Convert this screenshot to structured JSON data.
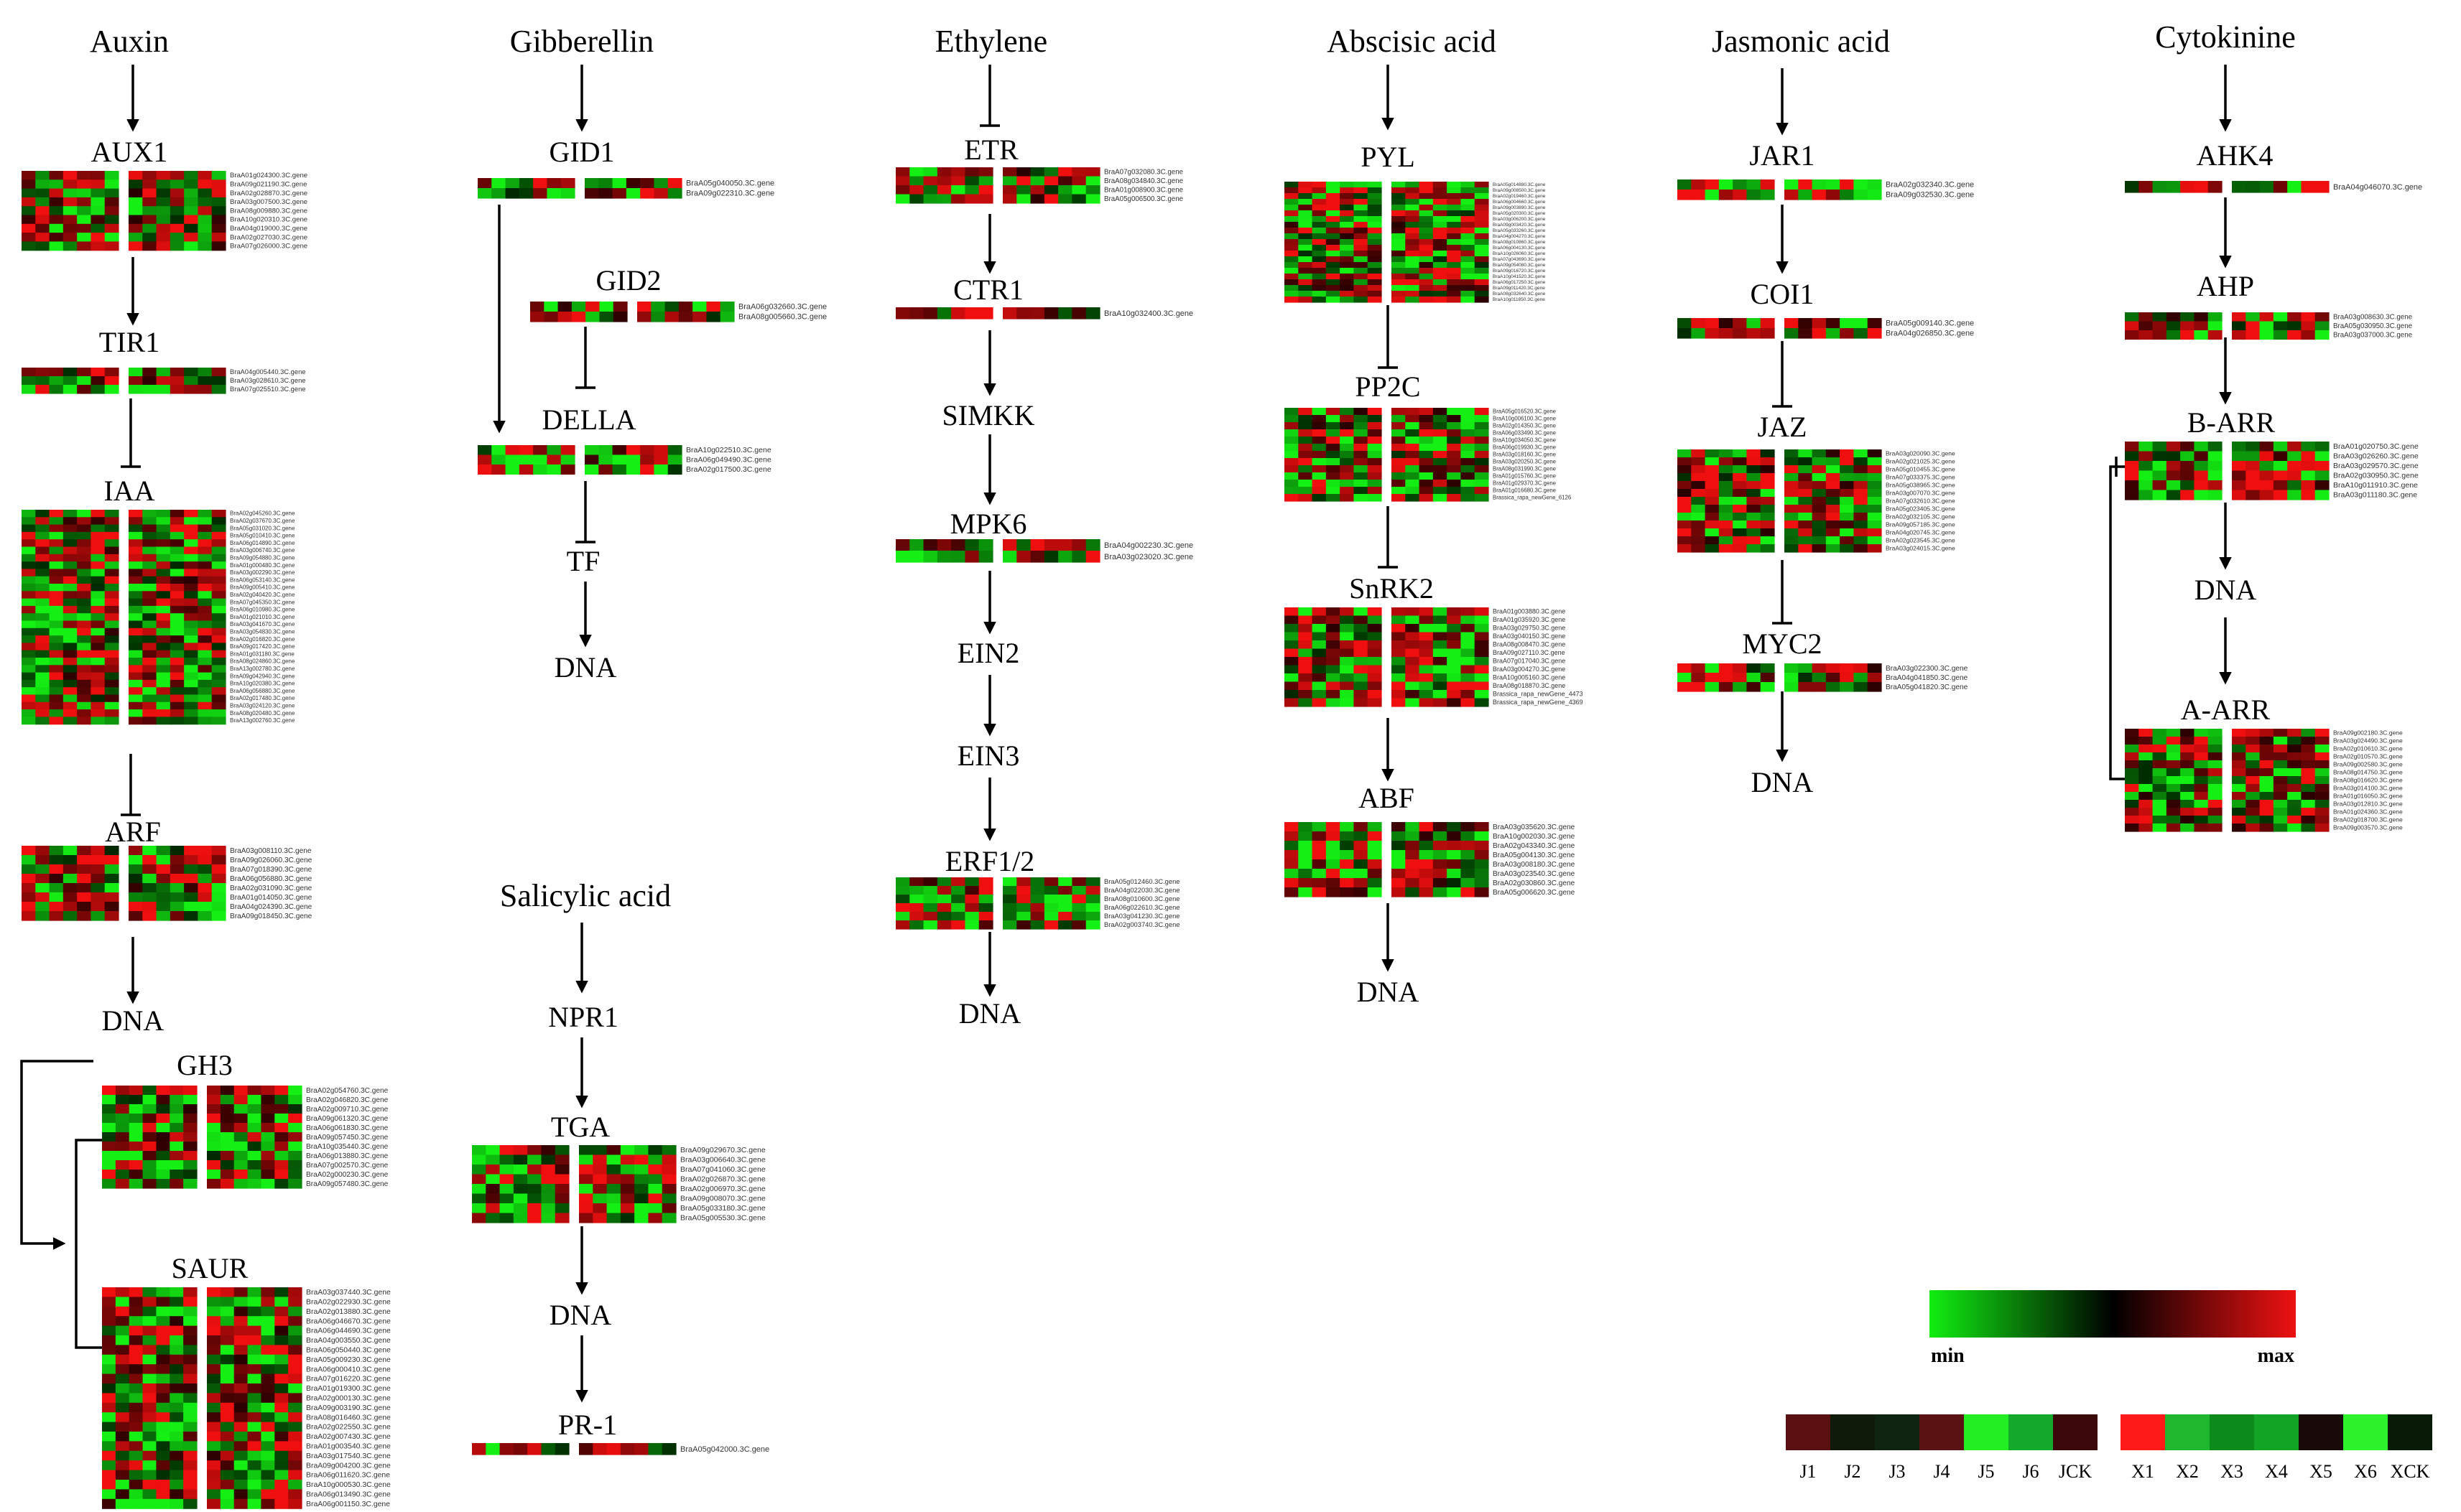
{
  "pathways": [
    {
      "id": "auxin",
      "title": "Auxin",
      "nodes": [
        {
          "label": "AUX1",
          "genes": [
            "BraA01g024300.3C.gene",
            "BraA09g021190.3C.gene",
            "BraA02g028870.3C.gene",
            "BraA03g007500.3C.gene",
            "BraA08g009880.3C.gene",
            "BraA10g020310.3C.gene",
            "BraA04g019000.3C.gene",
            "BraA02g027030.3C.gene",
            "BraA07g026000.3C.gene"
          ]
        },
        {
          "label": "TIR1",
          "genes": [
            "BraA04g005440.3C.gene",
            "BraA03g028610.3C.gene",
            "BraA07g025510.3C.gene"
          ]
        },
        {
          "label": "IAA",
          "genes": [
            "BraA02g045260.3C.gene",
            "BraA02g037670.3C.gene",
            "BraA05g031020.3C.gene",
            "BraA05g010410.3C.gene",
            "BraA06g014890.3C.gene",
            "BraA03g006740.3C.gene",
            "BraA09g054880.3C.gene",
            "BraA01g000480.3C.gene",
            "BraA03g002290.3C.gene",
            "BraA06g053140.3C.gene",
            "BraA09g005410.3C.gene",
            "BraA02g040420.3C.gene",
            "BraA07g045350.3C.gene",
            "BraA06g010980.3C.gene",
            "BraA01g021010.3C.gene",
            "BraA03g041670.3C.gene",
            "BraA03g054830.3C.gene",
            "BraA02g016820.3C.gene",
            "BraA09g017420.3C.gene",
            "BraA01g031180.3C.gene",
            "BraA08g024860.3C.gene",
            "BraA13g002780.3C.gene",
            "BraA09g042940.3C.gene",
            "BraA10g020380.3C.gene",
            "BraA06g056880.3C.gene",
            "BraA02g017480.3C.gene",
            "BraA03g024120.3C.gene",
            "BraA08g020480.3C.gene",
            "BraA13g002760.3C.gene"
          ]
        },
        {
          "label": "ARF",
          "genes": [
            "BraA03g008110.3C.gene",
            "BraA09g026060.3C.gene",
            "BraA07g018390.3C.gene",
            "BraA06g056880.3C.gene",
            "BraA02g031090.3C.gene",
            "BraA01g014050.3C.gene",
            "BraA04g024390.3C.gene",
            "BraA09g018450.3C.gene"
          ]
        },
        {
          "label": "DNA",
          "genes": []
        },
        {
          "label": "GH3",
          "genes": [
            "BraA02g054760.3C.gene",
            "BraA02g046820.3C.gene",
            "BraA02g009710.3C.gene",
            "BraA09g061320.3C.gene",
            "BraA06g061830.3C.gene",
            "BraA09g057450.3C.gene",
            "BraA10g035440.3C.gene",
            "BraA06g013880.3C.gene",
            "BraA07g002570.3C.gene",
            "BraA02g000230.3C.gene",
            "BraA09g057480.3C.gene"
          ]
        },
        {
          "label": "SAUR",
          "genes": [
            "BraA03g037440.3C.gene",
            "BraA02g022930.3C.gene",
            "BraA02g013880.3C.gene",
            "BraA06g046670.3C.gene",
            "BraA06g044690.3C.gene",
            "BraA04g003550.3C.gene",
            "BraA06g050440.3C.gene",
            "BraA05g009230.3C.gene",
            "BraA06g000410.3C.gene",
            "BraA07g016220.3C.gene",
            "BraA01g019300.3C.gene",
            "BraA02g000130.3C.gene",
            "BraA09g003190.3C.gene",
            "BraA08g016460.3C.gene",
            "BraA02g022550.3C.gene",
            "BraA02g007430.3C.gene",
            "BraA01g003540.3C.gene",
            "BraA03g017540.3C.gene",
            "BraA09g004200.3C.gene",
            "BraA06g011620.3C.gene",
            "BraA10g000530.3C.gene",
            "BraA06g013490.3C.gene",
            "BraA06g001150.3C.gene"
          ]
        }
      ]
    },
    {
      "id": "gibberellin",
      "title": "Gibberellin",
      "nodes": [
        {
          "label": "GID1",
          "genes": [
            "BraA05g040050.3C.gene",
            "BraA09g022310.3C.gene"
          ]
        },
        {
          "label": "GID2",
          "genes": [
            "BraA06g032660.3C.gene",
            "BraA08g005660.3C.gene"
          ]
        },
        {
          "label": "DELLA",
          "genes": [
            "BraA10g022510.3C.gene",
            "BraA06g049490.3C.gene",
            "BraA02g017500.3C.gene"
          ]
        },
        {
          "label": "TF",
          "genes": []
        },
        {
          "label": "DNA",
          "genes": []
        }
      ]
    },
    {
      "id": "salicylic",
      "title": "Salicylic  acid",
      "nodes": [
        {
          "label": "NPR1",
          "genes": []
        },
        {
          "label": "TGA",
          "genes": [
            "BraA09g029670.3C.gene",
            "BraA03g006640.3C.gene",
            "BraA07g041060.3C.gene",
            "BraA02g026870.3C.gene",
            "BraA02g006970.3C.gene",
            "BraA09g008070.3C.gene",
            "BraA05g033180.3C.gene",
            "BraA05g005530.3C.gene"
          ]
        },
        {
          "label": "DNA",
          "genes": []
        },
        {
          "label": "PR-1",
          "genes": [
            "BraA05g042000.3C.gene"
          ]
        }
      ]
    },
    {
      "id": "ethylene",
      "title": "Ethylene",
      "nodes": [
        {
          "label": "ETR",
          "genes": [
            "BraA07g032080.3C.gene",
            "BraA08g034840.3C.gene",
            "BraA01g008900.3C.gene",
            "BraA05g006500.3C.gene"
          ]
        },
        {
          "label": "CTR1",
          "genes": [
            "BraA10g032400.3C.gene"
          ]
        },
        {
          "label": "SIMKK",
          "genes": []
        },
        {
          "label": "MPK6",
          "genes": [
            "BraA04g002230.3C.gene",
            "BraA03g023020.3C.gene"
          ]
        },
        {
          "label": "EIN2",
          "genes": []
        },
        {
          "label": "EIN3",
          "genes": []
        },
        {
          "label": "ERF1/2",
          "genes": [
            "BraA05g012460.3C.gene",
            "BraA04g022030.3C.gene",
            "BraA08g010600.3C.gene",
            "BraA06g022610.3C.gene",
            "BraA03g041230.3C.gene",
            "BraA02g003740.3C.gene"
          ]
        },
        {
          "label": "DNA",
          "genes": []
        }
      ]
    },
    {
      "id": "aba",
      "title": "Abscisic  acid",
      "nodes": [
        {
          "label": "PYL",
          "genes": [
            "BraA05g014880.3C.gene",
            "BraA09g008500.3C.gene",
            "BraA02g019460.3C.gene",
            "BraA06g004660.3C.gene",
            "BraA09g003890.3C.gene",
            "BraA05g020300.3C.gene",
            "BraA03g006200.3C.gene",
            "BraA09g003420.3C.gene",
            "BraA05g033260.3C.gene",
            "BraA04g004270.3C.gene",
            "BraA08g010860.3C.gene",
            "BraA06g004130.3C.gene",
            "BraA10g026060.3C.gene",
            "BraA07g043690.3C.gene",
            "BraA09g054080.3C.gene",
            "BraA09g016720.3C.gene",
            "BraA10g041520.3C.gene",
            "BraA06g017250.3C.gene",
            "BraA09g011420.3C.gene",
            "BraA08g032640.3C.gene",
            "BraA10g011850.3C.gene"
          ]
        },
        {
          "label": "PP2C",
          "genes": [
            "BraA05g016520.3C.gene",
            "BraA10g006100.3C.gene",
            "BraA02g014350.3C.gene",
            "BraA06g033490.3C.gene",
            "BraA10g034050.3C.gene",
            "BraA06g019930.3C.gene",
            "BraA03g018160.3C.gene",
            "BraA03g020250.3C.gene",
            "BraA08g031990.3C.gene",
            "BraA01g015760.3C.gene",
            "BraA01g029370.3C.gene",
            "BraA01g016680.3C.gene",
            "Brassica_rapa_newGene_6126"
          ]
        },
        {
          "label": "SnRK2",
          "genes": [
            "BraA01g003880.3C.gene",
            "BraA01g035920.3C.gene",
            "BraA03g029750.3C.gene",
            "BraA03g040150.3C.gene",
            "BraA08g008470.3C.gene",
            "BraA09g027110.3C.gene",
            "BraA07g017040.3C.gene",
            "BraA03g004270.3C.gene",
            "BraA10g005160.3C.gene",
            "BraA08g018870.3C.gene",
            "Brassica_rapa_newGene_4473",
            "Brassica_rapa_newGene_4369"
          ]
        },
        {
          "label": "ABF",
          "genes": [
            "BraA03g035620.3C.gene",
            "BraA10g002030.3C.gene",
            "BraA02g043340.3C.gene",
            "BraA05g004130.3C.gene",
            "BraA03g008180.3C.gene",
            "BraA03g023540.3C.gene",
            "BraA02g030860.3C.gene",
            "BraA05g006620.3C.gene"
          ]
        },
        {
          "label": "DNA",
          "genes": []
        }
      ]
    },
    {
      "id": "jasmonic",
      "title": "Jasmonic  acid",
      "nodes": [
        {
          "label": "JAR1",
          "genes": [
            "BraA02g032340.3C.gene",
            "BraA09g032530.3C.gene"
          ]
        },
        {
          "label": "COI1",
          "genes": [
            "BraA05g009140.3C.gene",
            "BraA04g026850.3C.gene"
          ]
        },
        {
          "label": "JAZ",
          "genes": [
            "BraA03g020090.3C.gene",
            "BraA02g021025.3C.gene",
            "BraA05g010455.3C.gene",
            "BraA07g033375.3C.gene",
            "BraA05g038965.3C.gene",
            "BraA03g007070.3C.gene",
            "BraA07g032610.3C.gene",
            "BraA05g023405.3C.gene",
            "BraA02g032105.3C.gene",
            "BraA09g057185.3C.gene",
            "BraA04g020745.3C.gene",
            "BraA02g023545.3C.gene",
            "BraA03g024015.3C.gene"
          ]
        },
        {
          "label": "MYC2",
          "genes": [
            "BraA03g022300.3C.gene",
            "BraA04g041850.3C.gene",
            "BraA05g041820.3C.gene"
          ]
        },
        {
          "label": "DNA",
          "genes": []
        }
      ]
    },
    {
      "id": "cytokinine",
      "title": "Cytokinine",
      "nodes": [
        {
          "label": "AHK4",
          "genes": [
            "BraA04g046070.3C.gene"
          ]
        },
        {
          "label": "AHP",
          "genes": [
            "BraA03g008630.3C.gene",
            "BraA05g030950.3C.gene",
            "BraA03g037000.3C.gene"
          ]
        },
        {
          "label": "B-ARR",
          "genes": [
            "BraA01g020750.3C.gene",
            "BraA03g026260.3C.gene",
            "BraA03g029570.3C.gene",
            "BraA02g030950.3C.gene",
            "BraA10g011910.3C.gene",
            "BraA03g011180.3C.gene"
          ]
        },
        {
          "label": "DNA",
          "genes": []
        },
        {
          "label": "A-ARR",
          "genes": [
            "BraA09g002180.3C.gene",
            "BraA03g024490.3C.gene",
            "BraA02g010610.3C.gene",
            "BraA02g010570.3C.gene",
            "BraA09g002580.3C.gene",
            "BraA08g014750.3C.gene",
            "BraA08g016620.3C.gene",
            "BraA03g014100.3C.gene",
            "BraA01g016050.3C.gene",
            "BraA03g012810.3C.gene",
            "BraA01g024360.3C.gene",
            "BraA02g018700.3C.gene",
            "BraA09g003570.3C.gene"
          ]
        }
      ]
    }
  ],
  "legend": {
    "min_label": "min",
    "max_label": "max",
    "gradient_colors": [
      "#11ee11",
      "#000000",
      "#ee1111"
    ],
    "group_j": [
      {
        "label": "J1",
        "color": "#5a0f10"
      },
      {
        "label": "J2",
        "color": "#0f1a0b"
      },
      {
        "label": "J3",
        "color": "#0e2310"
      },
      {
        "label": "J4",
        "color": "#5a1212"
      },
      {
        "label": "J5",
        "color": "#22ee22"
      },
      {
        "label": "J6",
        "color": "#13a92a"
      },
      {
        "label": "JCK",
        "color": "#3a0808"
      }
    ],
    "group_x": [
      {
        "label": "X1",
        "color": "#ff1a1a"
      },
      {
        "label": "X2",
        "color": "#1fb72e"
      },
      {
        "label": "X3",
        "color": "#0c8a1a"
      },
      {
        "label": "X4",
        "color": "#12a424"
      },
      {
        "label": "X5",
        "color": "#170a08"
      },
      {
        "label": "X6",
        "color": "#2cf22c"
      },
      {
        "label": "XCK",
        "color": "#071b07"
      }
    ]
  }
}
